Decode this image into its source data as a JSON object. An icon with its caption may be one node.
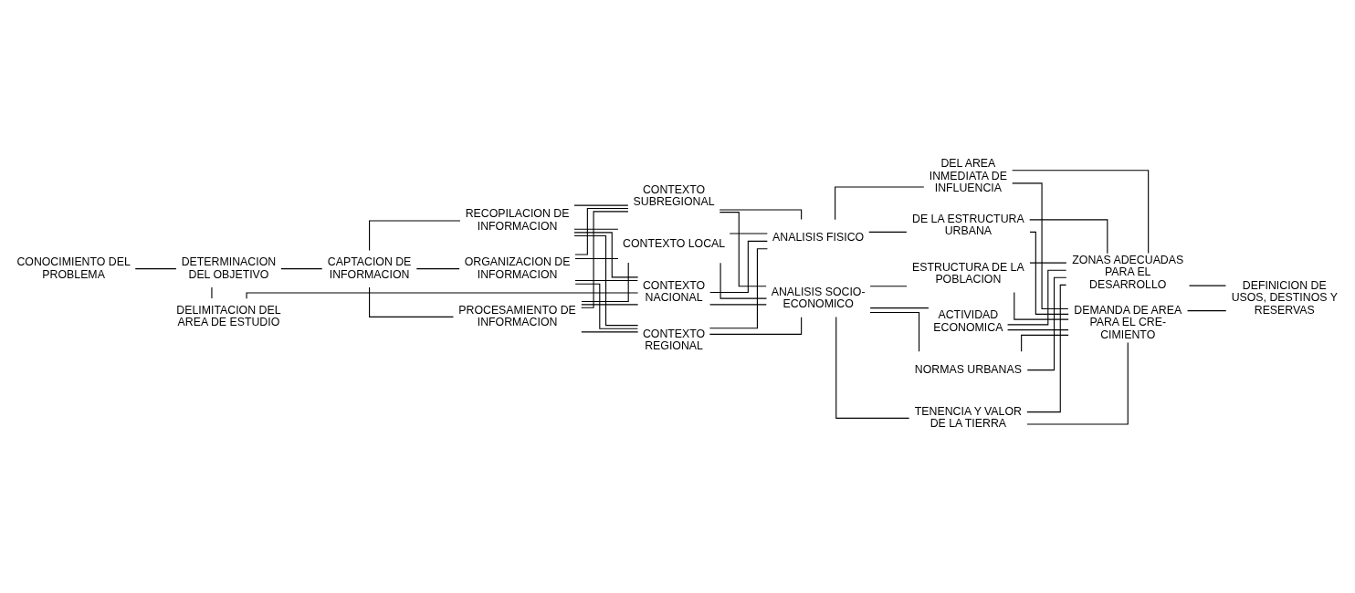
{
  "diagram": {
    "nodes": [
      {
        "text": [
          "CONOCIMIENTO DEL PROBLEMA"
        ]
      },
      {
        "text": [
          "DELIMITACION DEL AREA DE ESTUDIO"
        ]
      },
      {
        "text": [
          "DETERMINACION DEL OBJETIVO"
        ]
      },
      {
        "text": [
          "CAPTACION DE INFORMACION"
        ]
      },
      {
        "text": [
          "RECOPILACION DE INFORMACION"
        ]
      },
      {
        "text": [
          "ORGANIZACION DE INFORMACION"
        ]
      },
      {
        "text": [
          "PROCESAMIENTO DE INFORMACION"
        ]
      },
      {
        "text": [
          "CONTEXTO NACIONAL"
        ]
      },
      {
        "text": [
          "CONTEXTO REGIONAL"
        ]
      },
      {
        "text": [
          "CONTEXTO SUBREGIONAL"
        ]
      },
      {
        "text": [
          "CONTEXTO LOCAL"
        ]
      },
      {
        "text": [
          "ANALISIS FISICO"
        ]
      },
      {
        "text": [
          "ANALISIS SOCIO- ECONOMICO"
        ]
      },
      {
        "text": [
          "DEL AREA INMEDIATA DE INFLUENCIA"
        ]
      },
      {
        "text": [
          "DE LA ESTRUCTURA URBANA"
        ]
      },
      {
        "text": [
          "ESTRUCTURA DE LA POBLACION"
        ]
      },
      {
        "text": [
          "ACTIVIDAD ECONOMICA"
        ]
      },
      {
        "text": [
          "NORMAS URBANAS"
        ]
      },
      {
        "text": [
          "TENENCIA Y VALOR DE LA TIERRA"
        ]
      },
      {
        "text": [
          "ZONAS ADECUADAS PARA EL DESARROLLO"
        ]
      },
      {
        "text": [
          "DEMANDA DE AREA PARA EL CRE- CIMIENTO"
        ]
      },
      {
        "text": [
          "DEFINICION DE USOS, DESTINOS Y RESERVAS"
        ]
      }
    ],
    "edges": [
      {
        "from": 0,
        "to": 2,
        "arrow": "none"
      },
      {
        "from": 2,
        "to": 1,
        "arrow": "none"
      },
      {
        "from": 1,
        "to": 7,
        "arrow": "none"
      },
      {
        "from": 2,
        "to": 3,
        "arrow": "none"
      },
      {
        "from": 3,
        "to": 4,
        "arrow": "none"
      },
      {
        "from": 3,
        "to": 5,
        "arrow": "none"
      },
      {
        "from": 3,
        "to": 6,
        "arrow": "none"
      },
      {
        "from": 4,
        "to": 7,
        "arrow": "none"
      },
      {
        "from": 4,
        "to": 8,
        "arrow": "none"
      },
      {
        "from": 4,
        "to": 9,
        "arrow": "none"
      },
      {
        "from": 4,
        "to": 10,
        "arrow": "none"
      },
      {
        "from": 5,
        "to": 7,
        "arrow": "none"
      },
      {
        "from": 5,
        "to": 8,
        "arrow": "none"
      },
      {
        "from": 5,
        "to": 9,
        "arrow": "none"
      },
      {
        "from": 5,
        "to": 10,
        "arrow": "none"
      },
      {
        "from": 6,
        "to": 7,
        "arrow": "none"
      },
      {
        "from": 6,
        "to": 8,
        "arrow": "none"
      },
      {
        "from": 6,
        "to": 9,
        "arrow": "none"
      },
      {
        "from": 6,
        "to": 10,
        "arrow": "none"
      },
      {
        "from": 7,
        "to": 11,
        "arrow": "none"
      },
      {
        "from": 7,
        "to": 12,
        "arrow": "none"
      },
      {
        "from": 8,
        "to": 11,
        "arrow": "none"
      },
      {
        "from": 8,
        "to": 12,
        "arrow": "none"
      },
      {
        "from": 9,
        "to": 11,
        "arrow": "none"
      },
      {
        "from": 9,
        "to": 12,
        "arrow": "none"
      },
      {
        "from": 10,
        "to": 11,
        "arrow": "none"
      },
      {
        "from": 10,
        "to": 12,
        "arrow": "none"
      },
      {
        "from": 11,
        "to": 13,
        "arrow": "none"
      },
      {
        "from": 11,
        "to": 14,
        "arrow": "none"
      },
      {
        "from": 12,
        "to": 15,
        "arrow": "none"
      },
      {
        "from": 12,
        "to": 16,
        "arrow": "none"
      },
      {
        "from": 12,
        "to": 17,
        "arrow": "none"
      },
      {
        "from": 12,
        "to": 18,
        "arrow": "none"
      },
      {
        "from": 13,
        "to": 19,
        "arrow": "none"
      },
      {
        "from": 13,
        "to": 20,
        "arrow": "none"
      },
      {
        "from": 14,
        "to": 19,
        "arrow": "none"
      },
      {
        "from": 14,
        "to": 20,
        "arrow": "none"
      },
      {
        "from": 15,
        "to": 19,
        "arrow": "none"
      },
      {
        "from": 15,
        "to": 20,
        "arrow": "none"
      },
      {
        "from": 16,
        "to": 19,
        "arrow": "none"
      },
      {
        "from": 16,
        "to": 20,
        "arrow": "none"
      },
      {
        "from": 17,
        "to": 19,
        "arrow": "none"
      },
      {
        "from": 17,
        "to": 20,
        "arrow": "none"
      },
      {
        "from": 18,
        "to": 19,
        "arrow": "none"
      },
      {
        "from": 18,
        "to": 20,
        "arrow": "none"
      },
      {
        "from": 19,
        "to": 21,
        "arrow": "none"
      },
      {
        "from": 20,
        "to": 21,
        "arrow": "none"
      }
    ]
  }
}
